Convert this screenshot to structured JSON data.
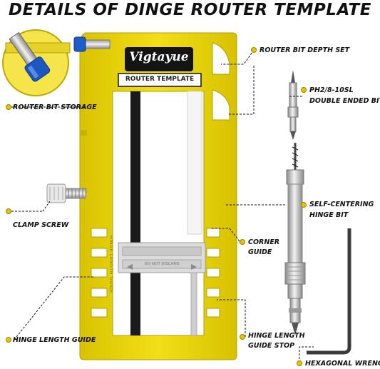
{
  "header": {
    "title": "DETAILS OF DINGE ROUTER TEMPLATE"
  },
  "template": {
    "brand": "Vigtayue",
    "name_plate": "ROUTER TEMPLATE",
    "guide_text": "DO NOT DISCARD",
    "side_text": "HINGE LENGTH GUIDE",
    "color": "#f0dc14"
  },
  "callouts": {
    "router_bit_storage": "ROUTER BIT STORAGE",
    "router_bit_depth_set": "ROUTER BIT DEPTH SET",
    "ph2_line1": "PH2/8-10SL",
    "ph2_line2": "DOUBLE ENDED BIT",
    "clamp_screw": "CLAMP SCREW",
    "self_centering_line1": "SELF-CENTERING",
    "self_centering_line2": "HINGE BIT",
    "corner_guide_line1": "CORNER",
    "corner_guide_line2": "GUIDE",
    "hinge_length_guide": "HINGE LENGTH GUIDE",
    "guide_stop_line1": "HINGE LENGTH",
    "guide_stop_line2": "GUIDE STOP",
    "hexagonal_wrench": "HEXAGONAL WRENCH"
  },
  "icons": [
    "router-bit-icon",
    "double-ended-bit-icon",
    "hinge-bit-icon",
    "hex-wrench-icon",
    "clamp-screw-icon"
  ]
}
